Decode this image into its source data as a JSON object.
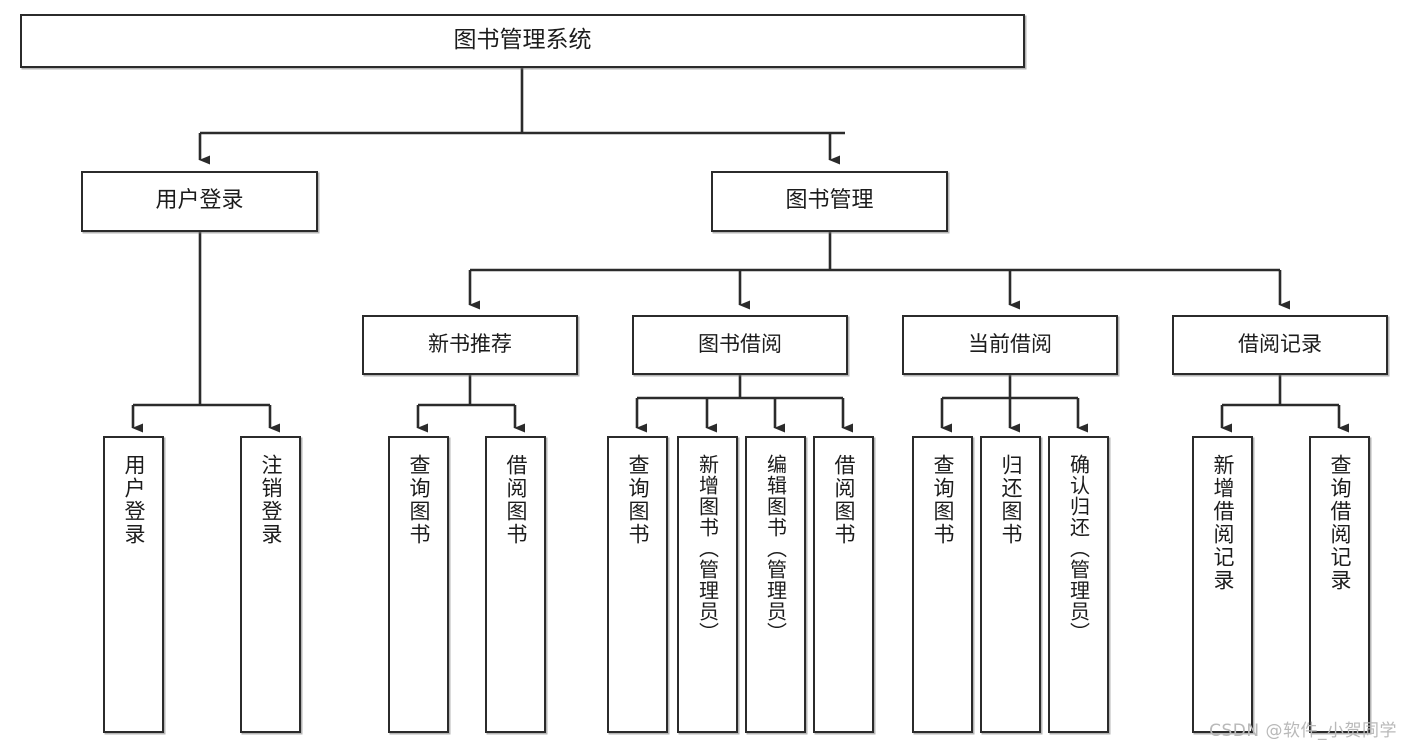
{
  "diagram": {
    "title": "图书管理系统",
    "type": "hierarchy-tree",
    "watermark": "CSDN @软件_小贺同学",
    "stroke_color": "#2b2b2b",
    "fill_color": "#ffffff",
    "text_color": "#1c1c1c",
    "watermark_color": "#b9b9b9"
  },
  "nodes": {
    "root": {
      "label": "图书管理系统",
      "level": 1
    },
    "level2": [
      {
        "id": "user-login",
        "label": "用户登录"
      },
      {
        "id": "book-management",
        "label": "图书管理"
      }
    ],
    "level3": [
      {
        "id": "new-book-recommend",
        "label": "新书推荐"
      },
      {
        "id": "book-borrow",
        "label": "图书借阅"
      },
      {
        "id": "current-borrow",
        "label": "当前借阅"
      },
      {
        "id": "borrow-record",
        "label": "借阅记录"
      }
    ],
    "leaves": {
      "user-login": [
        {
          "id": "leaf-user-login",
          "label": "用户登录"
        },
        {
          "id": "leaf-logout-login",
          "label": "注销登录"
        }
      ],
      "new-book-recommend": [
        {
          "id": "leaf-query-book-1",
          "label": "查询图书"
        },
        {
          "id": "leaf-borrow-book-1",
          "label": "借阅图书"
        }
      ],
      "book-borrow": [
        {
          "id": "leaf-query-book-2",
          "label": "查询图书"
        },
        {
          "id": "leaf-add-book",
          "label": "新增图书（管理员）"
        },
        {
          "id": "leaf-edit-book",
          "label": "编辑图书（管理员）"
        },
        {
          "id": "leaf-borrow-book-2",
          "label": "借阅图书"
        }
      ],
      "current-borrow": [
        {
          "id": "leaf-query-book-3",
          "label": "查询图书"
        },
        {
          "id": "leaf-return-book",
          "label": "归还图书"
        },
        {
          "id": "leaf-confirm-return",
          "label": "确认归还（管理员）"
        }
      ],
      "borrow-record": [
        {
          "id": "leaf-add-record",
          "label": "新增借阅记录"
        },
        {
          "id": "leaf-query-record",
          "label": "查询借阅记录"
        }
      ]
    }
  },
  "edges": [
    {
      "from": "root",
      "to": "user-login"
    },
    {
      "from": "root",
      "to": "book-management"
    },
    {
      "from": "book-management",
      "to": "new-book-recommend"
    },
    {
      "from": "book-management",
      "to": "book-borrow"
    },
    {
      "from": "book-management",
      "to": "current-borrow"
    },
    {
      "from": "book-management",
      "to": "borrow-record"
    },
    {
      "from": "user-login",
      "to": "leaf-user-login"
    },
    {
      "from": "user-login",
      "to": "leaf-logout-login"
    },
    {
      "from": "new-book-recommend",
      "to": "leaf-query-book-1"
    },
    {
      "from": "new-book-recommend",
      "to": "leaf-borrow-book-1"
    },
    {
      "from": "book-borrow",
      "to": "leaf-query-book-2"
    },
    {
      "from": "book-borrow",
      "to": "leaf-add-book"
    },
    {
      "from": "book-borrow",
      "to": "leaf-edit-book"
    },
    {
      "from": "book-borrow",
      "to": "leaf-borrow-book-2"
    },
    {
      "from": "current-borrow",
      "to": "leaf-query-book-3"
    },
    {
      "from": "current-borrow",
      "to": "leaf-return-book"
    },
    {
      "from": "current-borrow",
      "to": "leaf-confirm-return"
    },
    {
      "from": "borrow-record",
      "to": "leaf-add-record"
    },
    {
      "from": "borrow-record",
      "to": "leaf-query-record"
    }
  ]
}
